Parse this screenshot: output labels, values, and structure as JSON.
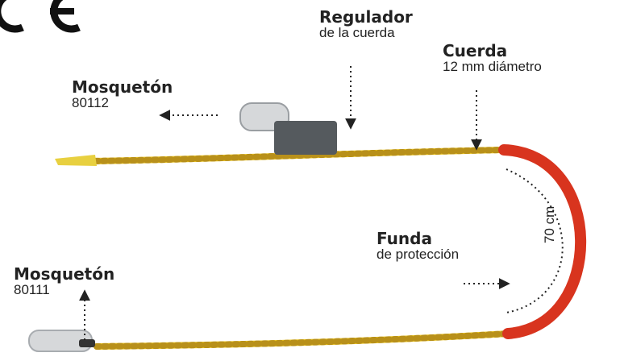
{
  "logo": {
    "text": "CE"
  },
  "labels": {
    "regulador": {
      "title": "Regulador",
      "subtitle": "de la cuerda"
    },
    "cuerda": {
      "title": "Cuerda",
      "subtitle": "12 mm diámetro"
    },
    "mosqueton_top": {
      "title": "Mosquetón",
      "subtitle": "80112"
    },
    "funda": {
      "title": "Funda",
      "subtitle": "de protección"
    },
    "mosqueton_bottom": {
      "title": "Mosquetón",
      "subtitle": "80111"
    }
  },
  "length_label": "70 cm",
  "colors": {
    "rope": "#e8c21e",
    "rope_shadow": "#b8901a",
    "sleeve": "#d8341e",
    "hardware": "#555a5e",
    "metal_light": "#d6d8da",
    "arrow": "#222222"
  }
}
